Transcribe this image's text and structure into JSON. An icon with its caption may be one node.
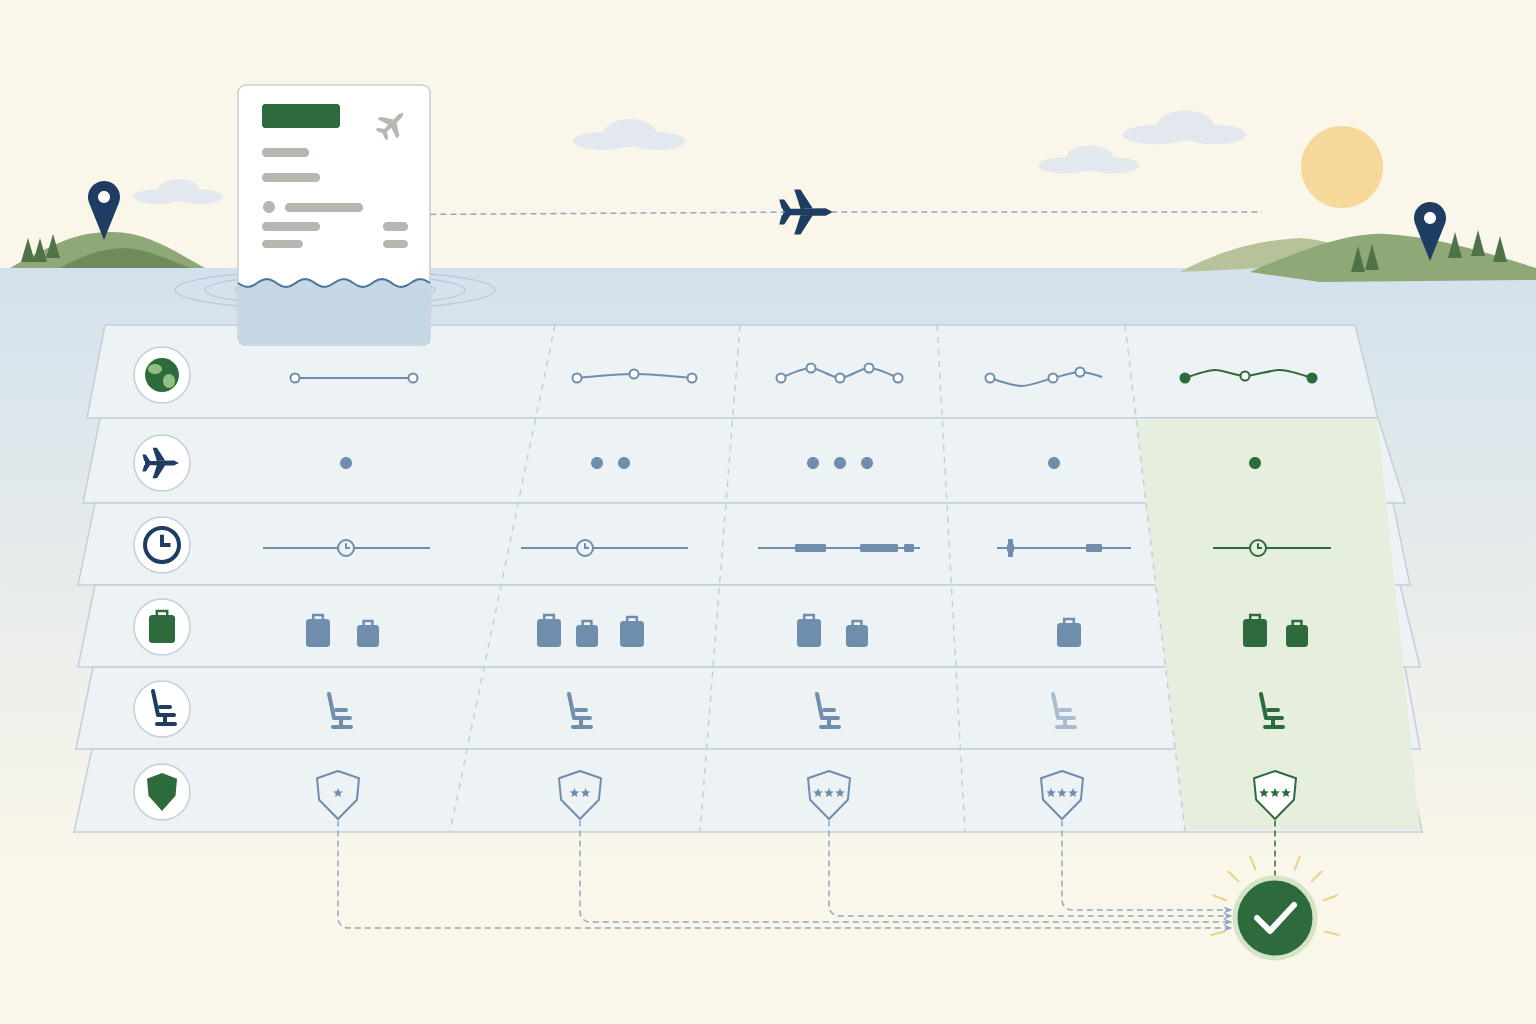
{
  "diagram": {
    "nodes": [
      {
        "text": [],
        "shape": "picture"
      },
      {
        "text": [],
        "shape": "picture"
      },
      {
        "text": [],
        "shape": "picture"
      },
      {
        "text": [],
        "shape": "picture"
      },
      {
        "text": [],
        "shape": "picture"
      },
      {
        "text": [],
        "shape": "picture"
      },
      {
        "text": [],
        "shape": "picture"
      },
      {
        "text": [],
        "shape": "circle"
      }
    ],
    "edges": [
      {
        "from": 0,
        "to": 1,
        "arrow": "none",
        "style": "dashed"
      },
      {
        "from": 1,
        "to": null,
        "arrow": "none",
        "style": "dashed"
      },
      {
        "from": 2,
        "to": 7,
        "arrow": "to",
        "style": "dashed"
      },
      {
        "from": 3,
        "to": 7,
        "arrow": "to",
        "style": "dashed"
      },
      {
        "from": 4,
        "to": 7,
        "arrow": "to",
        "style": "dashed"
      },
      {
        "from": 5,
        "to": 7,
        "arrow": "to",
        "style": "dashed"
      },
      {
        "from": 6,
        "to": 7,
        "arrow": "none",
        "style": "dashed",
        "color": "#2e6b3c"
      }
    ]
  }
}
